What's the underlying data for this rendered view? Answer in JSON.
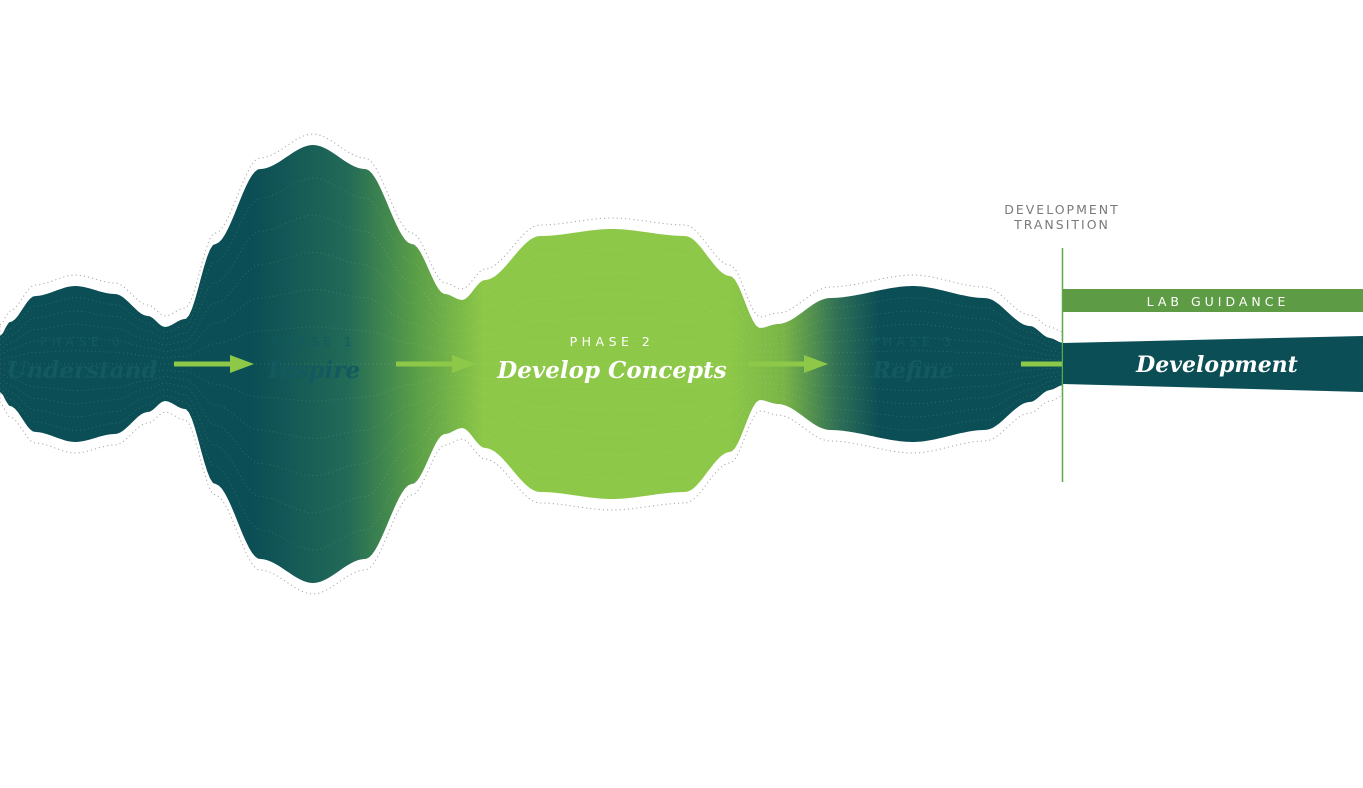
{
  "phases": [
    {
      "label": "PHASE 0",
      "title": "Understand",
      "active": false
    },
    {
      "label": "PHASE 1",
      "title": "Inspire",
      "active": false
    },
    {
      "label": "PHASE 2",
      "title": "Develop Concepts",
      "active": true
    },
    {
      "label": "PHASE 3",
      "title": "Refine",
      "active": false
    }
  ],
  "transition": {
    "line1": "DEVELOPMENT",
    "line2": "TRANSITION"
  },
  "lab_guidance": {
    "label": "LAB GUIDANCE"
  },
  "development": {
    "title": "Development"
  },
  "colors": {
    "dark_teal": "#0b4e55",
    "lime": "#8dc848",
    "arrow": "#8dc848",
    "inactive_text": "#125a60",
    "active_text": "#ffffff",
    "guidance_bar": "#5d9c45",
    "transition_line": "#5aab4b",
    "transition_text": "#7a7a7a",
    "outline_dots": "#a7a7a7"
  }
}
